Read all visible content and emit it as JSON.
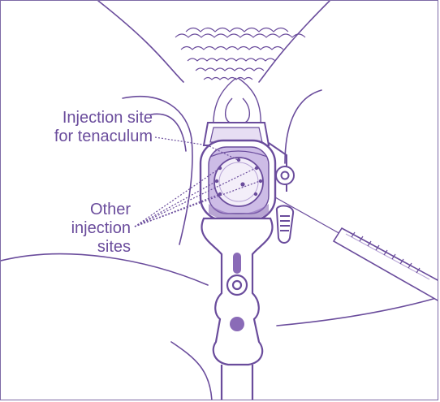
{
  "labels": {
    "tenaculum_line1": "Injection site",
    "tenaculum_line2": "for tenaculum",
    "other_line1": "Other",
    "other_line2": "injection",
    "other_line3": "sites"
  },
  "colors": {
    "line": "#6a4c9c",
    "light_line": "#b7a4d6",
    "fill_light": "#e7def3",
    "fill_mid": "#cdbce6",
    "fill_dark": "#8a6bb7",
    "frame_border": "#7d6aa6"
  }
}
